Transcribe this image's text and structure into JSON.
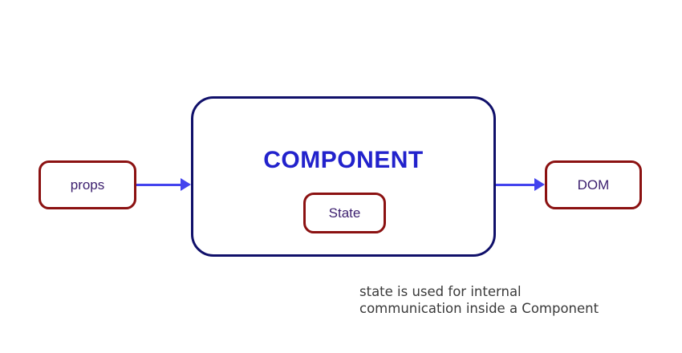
{
  "diagram": {
    "nodes": {
      "props": {
        "label": "props"
      },
      "component": {
        "label": "COMPONENT"
      },
      "state": {
        "label": "State"
      },
      "dom": {
        "label": "DOM"
      }
    },
    "arrows": [
      {
        "name": "props-to-component",
        "direction": "right"
      },
      {
        "name": "component-to-dom",
        "direction": "right"
      }
    ],
    "caption": {
      "line1": "state is used for internal",
      "line2": "communication inside a Component"
    },
    "colors": {
      "node_border_red": "#8b1111",
      "component_border_navy": "#10106a",
      "component_title_blue": "#2222cc",
      "node_text_purple": "#3b1e6e",
      "arrow_blue": "#4343ee",
      "caption_gray": "#3a3a3a",
      "background": "#ffffff"
    }
  }
}
